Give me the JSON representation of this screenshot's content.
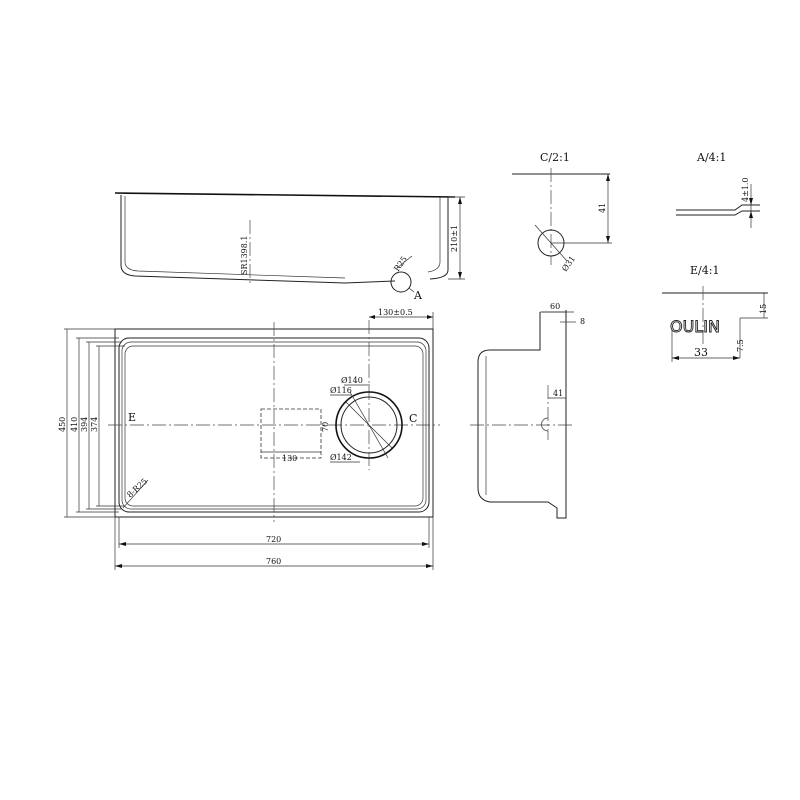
{
  "views": {
    "plan": {
      "label_e": "E",
      "label_c": "C",
      "dim_width_outer": "760",
      "dim_width_inner": "720",
      "dim_height_outer": "450",
      "dim_height_410": "410",
      "dim_height_394": "394",
      "dim_height_374": "374",
      "dim_drain_offset": "130±0.5",
      "dim_box_width": "130",
      "dim_box_height": "70",
      "dim_d140": "Ø140",
      "dim_d116": "Ø116",
      "dim_d142": "Ø142",
      "corner_radius": "8-R25"
    },
    "front": {
      "dim_depth": "210±1",
      "bottom_radius": "SR1398.1",
      "corner_radius": "R25",
      "detail_marker": "A"
    },
    "side": {
      "dim_60": "60",
      "dim_8": "8",
      "dim_41": "41"
    },
    "detail_c": {
      "title": "C/2:1",
      "dim_41": "41",
      "dim_d31": "Ø31"
    },
    "detail_a": {
      "title": "A/4:1",
      "dim_thickness": "4±1.0"
    },
    "detail_e": {
      "title": "E/4:1",
      "brand": "OULIN",
      "dim_15": "15",
      "dim_75": "7.5",
      "dim_33": "33"
    }
  }
}
